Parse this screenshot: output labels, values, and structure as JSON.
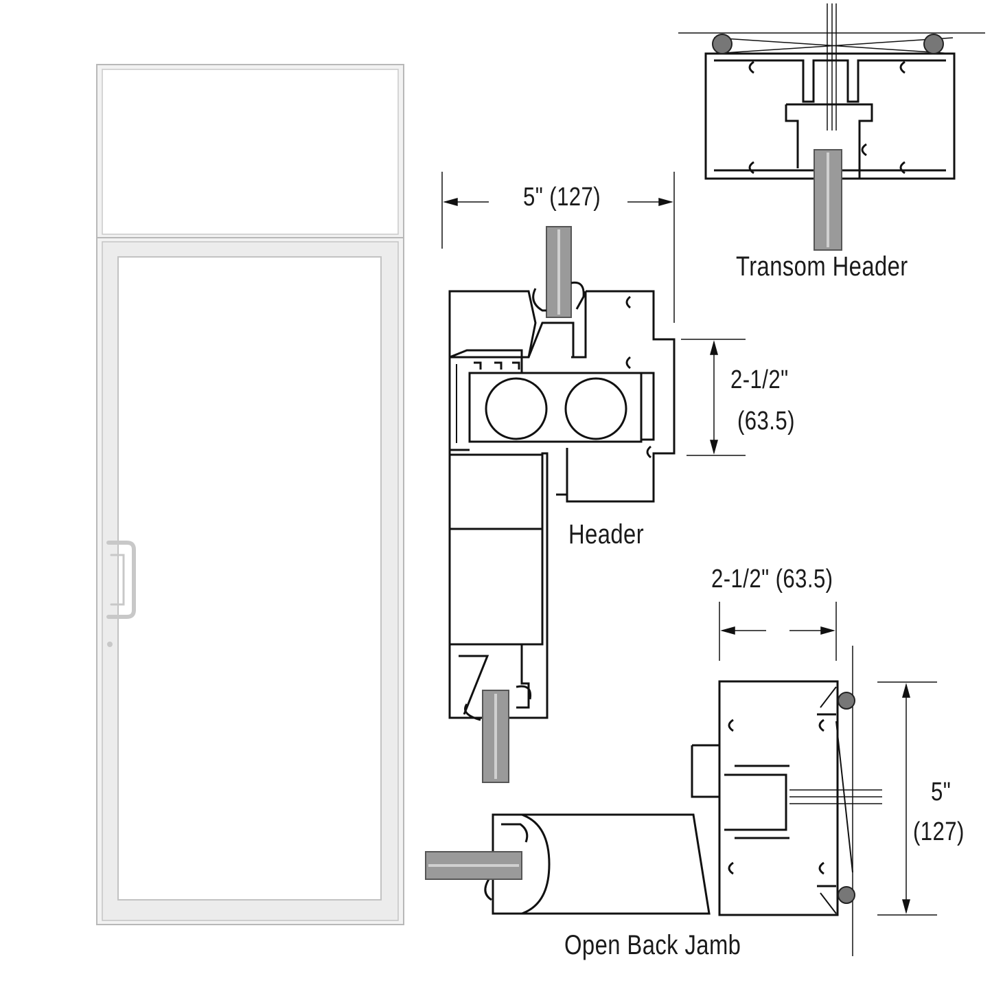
{
  "labels": {
    "header_width": "5\" (127)",
    "header_height_in": "2-1/2\"",
    "header_height_mm": "(63.5)",
    "header_name": "Header",
    "transom_name": "Transom Header",
    "jamb_width": "2-1/2\" (63.5)",
    "jamb_depth_in": "5\"",
    "jamb_depth_mm": "(127)",
    "jamb_name": "Open Back Jamb"
  },
  "colors": {
    "line": "#111111",
    "frame_fill": "#f0f0f0",
    "frame_edge": "#bdbdbd",
    "glass": "#9a9a9a"
  }
}
